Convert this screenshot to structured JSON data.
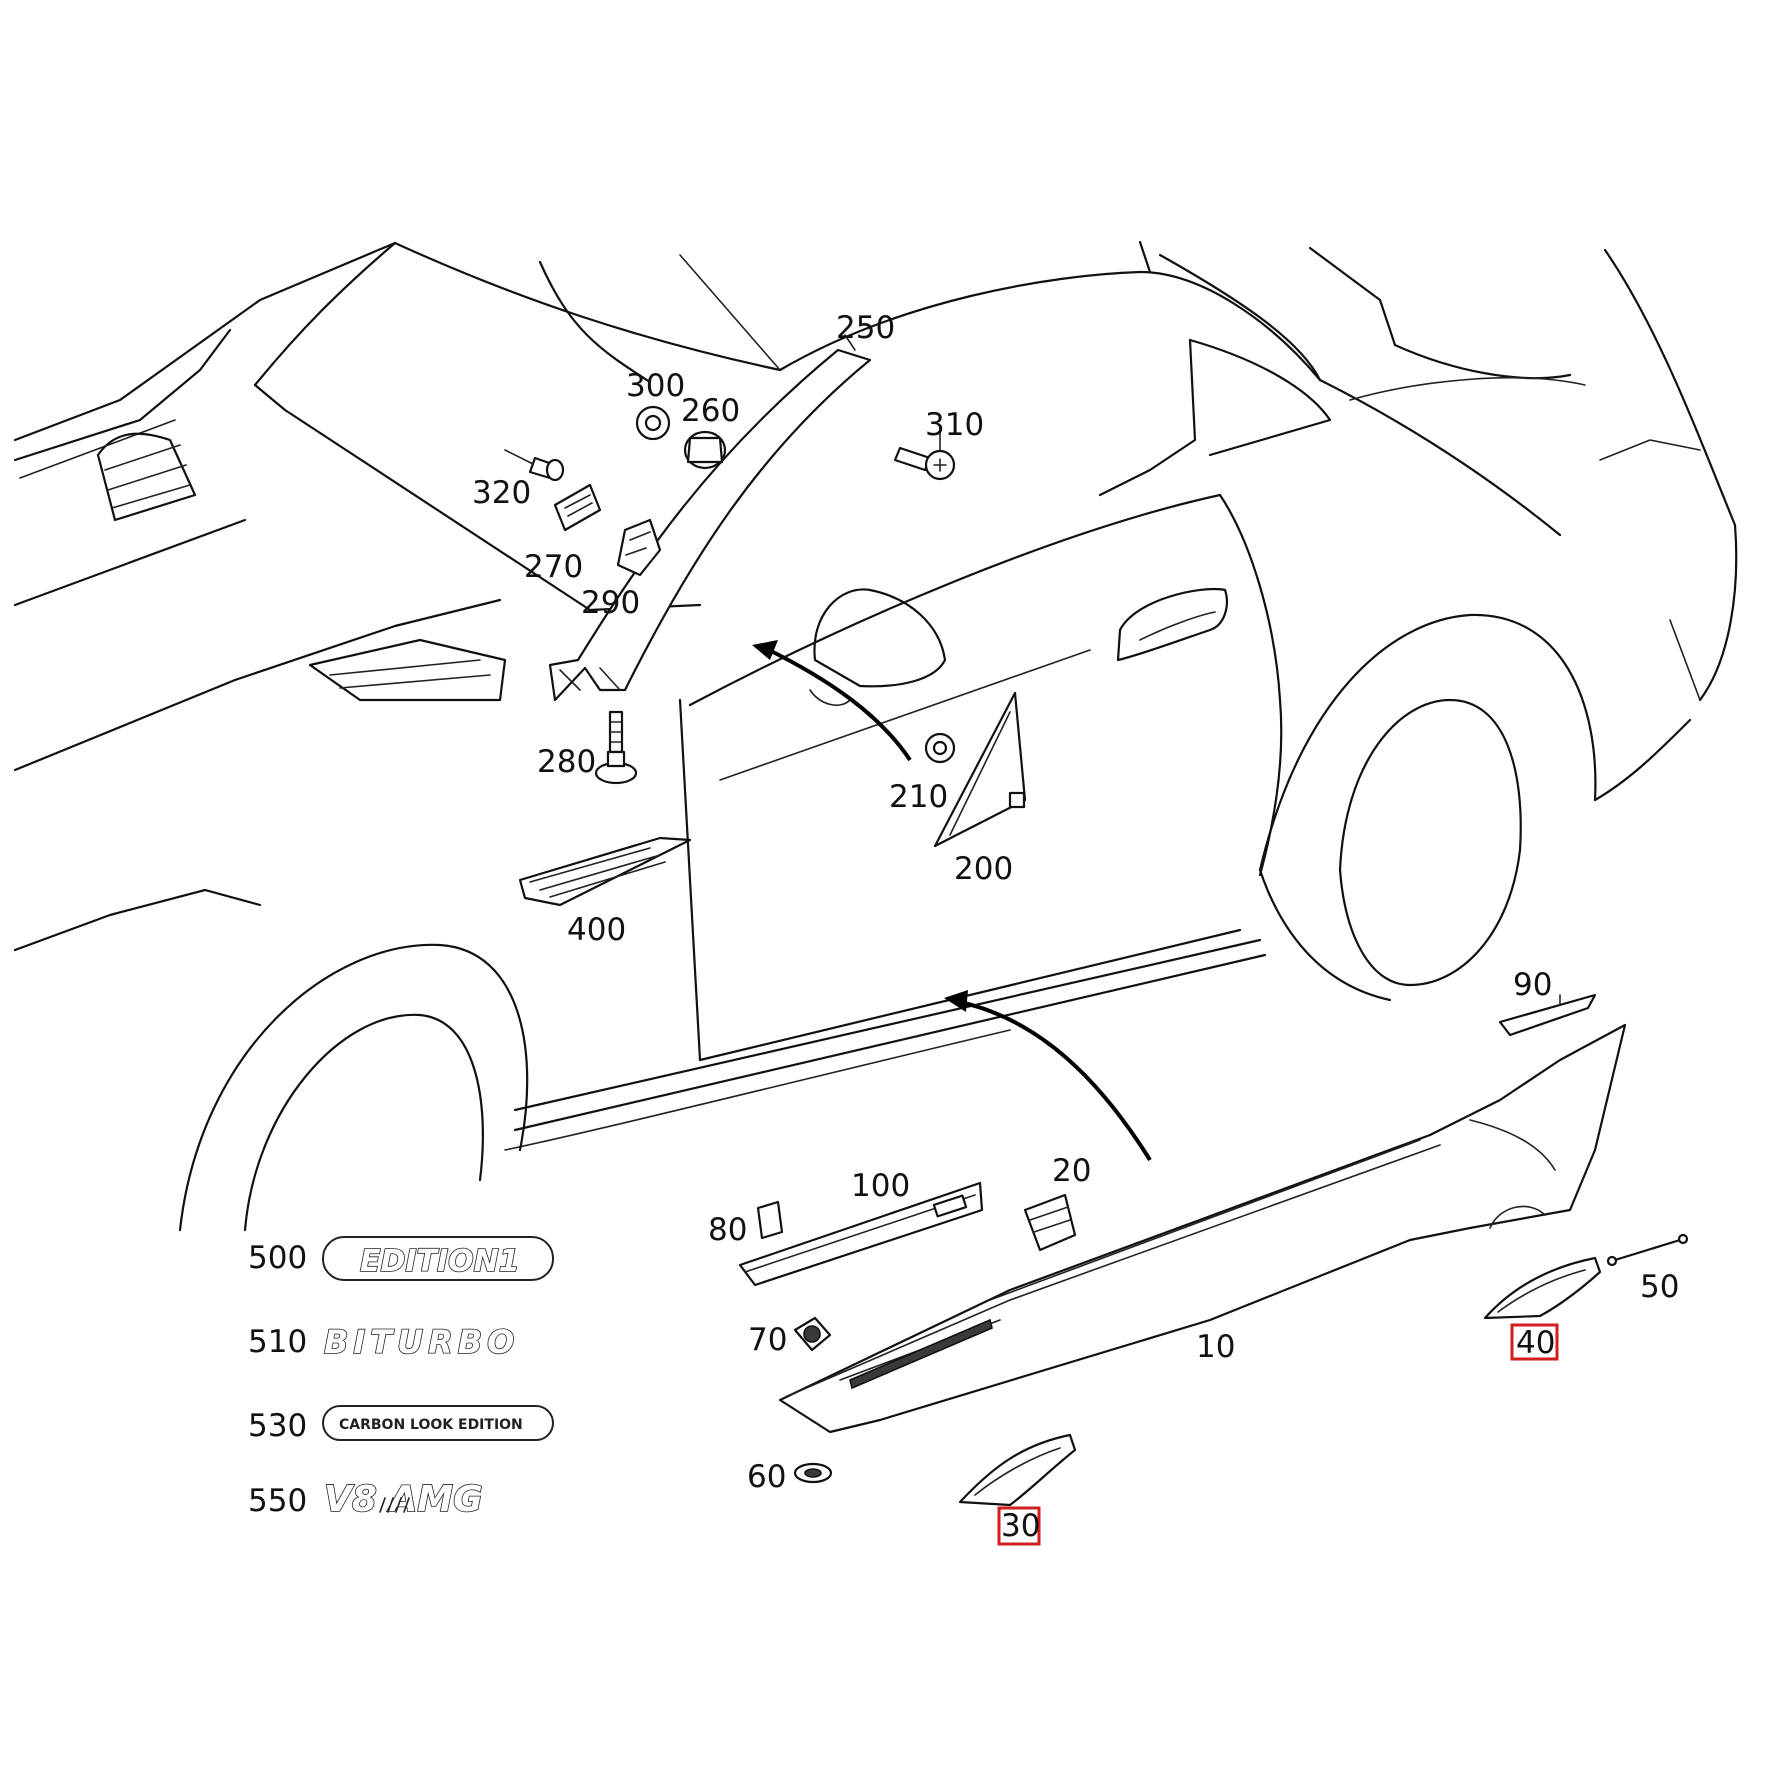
{
  "callouts": {
    "c250": "250",
    "c300": "300",
    "c260": "260",
    "c310": "310",
    "c320": "320",
    "c270": "270",
    "c290": "290",
    "c280": "280",
    "c210": "210",
    "c200": "200",
    "c400": "400",
    "c90": "90",
    "c100": "100",
    "c20": "20",
    "c80": "80",
    "c70": "70",
    "c10": "10",
    "c60": "60",
    "c30": "30",
    "c50": "50",
    "c40": "40"
  },
  "emblems": [
    {
      "number": "500",
      "text": "EDITION1"
    },
    {
      "number": "510",
      "text": "BITURBO"
    },
    {
      "number": "530",
      "text": "CARBON LOOK EDITION"
    },
    {
      "number": "550",
      "text": "V8 AMG"
    }
  ],
  "highlight_color": "#d21e1e"
}
